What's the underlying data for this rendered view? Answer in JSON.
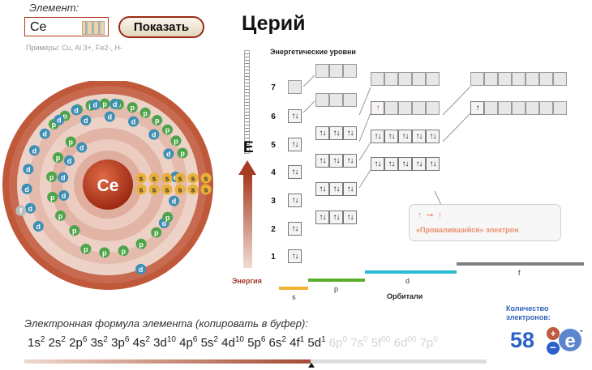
{
  "header": {
    "element_label": "Элемент:",
    "element_input_value": "Ce",
    "show_button": "Показать",
    "examples": "Примеры: Cu, Al 3+, Fe2-, H-",
    "element_name": "Церий"
  },
  "atom": {
    "symbol": "Ce",
    "colors": {
      "nucleus": "#b8361c",
      "s": "#e9b13a",
      "p": "#4ea44a",
      "d": "#3e8fb5",
      "f": "#bdbdbd"
    }
  },
  "diagram": {
    "levels_title": "Энергетические уровни",
    "energy_letter": "E",
    "energy_label": "Энергия",
    "orbitals_label": "Орбитали",
    "orbital_names": [
      "s",
      "p",
      "d",
      "f"
    ],
    "orbital_colors": [
      "#f0b233",
      "#5aae2c",
      "#2bbcd1",
      "#808080"
    ],
    "levels": [
      "1",
      "2",
      "3",
      "4",
      "5",
      "6",
      "7"
    ],
    "cells": {
      "s": [
        "↑↓",
        "↑↓",
        "↑↓",
        "↑↓",
        "↑↓",
        "↑↓",
        ""
      ],
      "p2": [
        "↑↓",
        "↑↓",
        "↑↓"
      ],
      "p3": [
        "↑↓",
        "↑↓",
        "↑↓"
      ],
      "p4": [
        "↑↓",
        "↑↓",
        "↑↓"
      ],
      "p5": [
        "↑↓",
        "↑↓",
        "↑↓"
      ],
      "p6": [
        "",
        "",
        ""
      ],
      "p7": [
        "",
        "",
        ""
      ],
      "d3": [
        "↑↓",
        "↑↓",
        "↑↓",
        "↑↓",
        "↑↓"
      ],
      "d4": [
        "↑↓",
        "↑↓",
        "↑↓",
        "↑↓",
        "↑↓"
      ],
      "d5": [
        "↑",
        "",
        "",
        "",
        ""
      ],
      "d6": [
        "",
        "",
        "",
        "",
        ""
      ],
      "f4": [
        "↑",
        "",
        "",
        "",
        "",
        "",
        ""
      ],
      "f5": [
        "",
        "",
        "",
        "",
        "",
        "",
        ""
      ]
    },
    "tooltip": {
      "arrows": "↑ ➞ ↑",
      "text": "«Провалившийся» электрон"
    }
  },
  "formula": {
    "label": "Электронная формула элемента (копировать в буфер):",
    "filled_terms": [
      "1s",
      "2",
      "2s",
      "2",
      "2p",
      "6",
      "3s",
      "2",
      "3p",
      "6",
      "4s",
      "2",
      "3d",
      "10",
      "4p",
      "6",
      "5s",
      "2",
      "4d",
      "10",
      "5p",
      "6",
      "6s",
      "2",
      "4f",
      "1",
      "5d",
      "1"
    ],
    "empty_terms": [
      "6p",
      "0",
      "7s",
      "0",
      "5f",
      "00",
      "6d",
      "00",
      "7p",
      "0"
    ],
    "progress_fraction": 0.62
  },
  "electron_count": {
    "label_line1": "Количество",
    "label_line2": "электронов:",
    "value": "58"
  }
}
